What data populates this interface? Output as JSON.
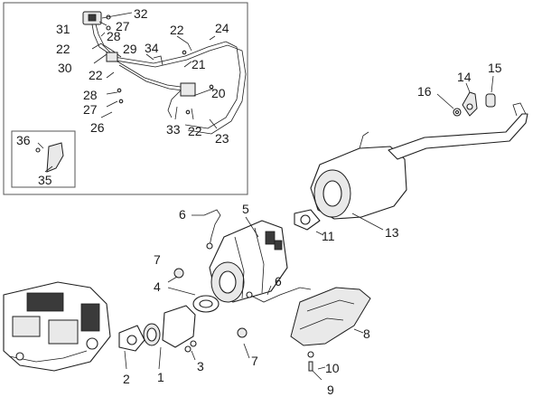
{
  "callouts": {
    "c1": "1",
    "c2": "2",
    "c3": "3",
    "c4": "4",
    "c5": "5",
    "c6a": "6",
    "c6b": "6",
    "c7a": "7",
    "c7b": "7",
    "c8": "8",
    "c9": "9",
    "c10": "10",
    "c11": "11",
    "c13": "13",
    "c14": "14",
    "c15": "15",
    "c16": "16",
    "c20": "20",
    "c21": "21",
    "c22a": "22",
    "c22b": "22",
    "c22c": "22",
    "c22d": "22",
    "c23": "23",
    "c24": "24",
    "c26": "26",
    "c27a": "27",
    "c27b": "27",
    "c28a": "28",
    "c28b": "28",
    "c29": "29",
    "c30": "30",
    "c31": "31",
    "c32": "32",
    "c33": "33",
    "c34": "34",
    "c35": "35",
    "c36": "36"
  }
}
